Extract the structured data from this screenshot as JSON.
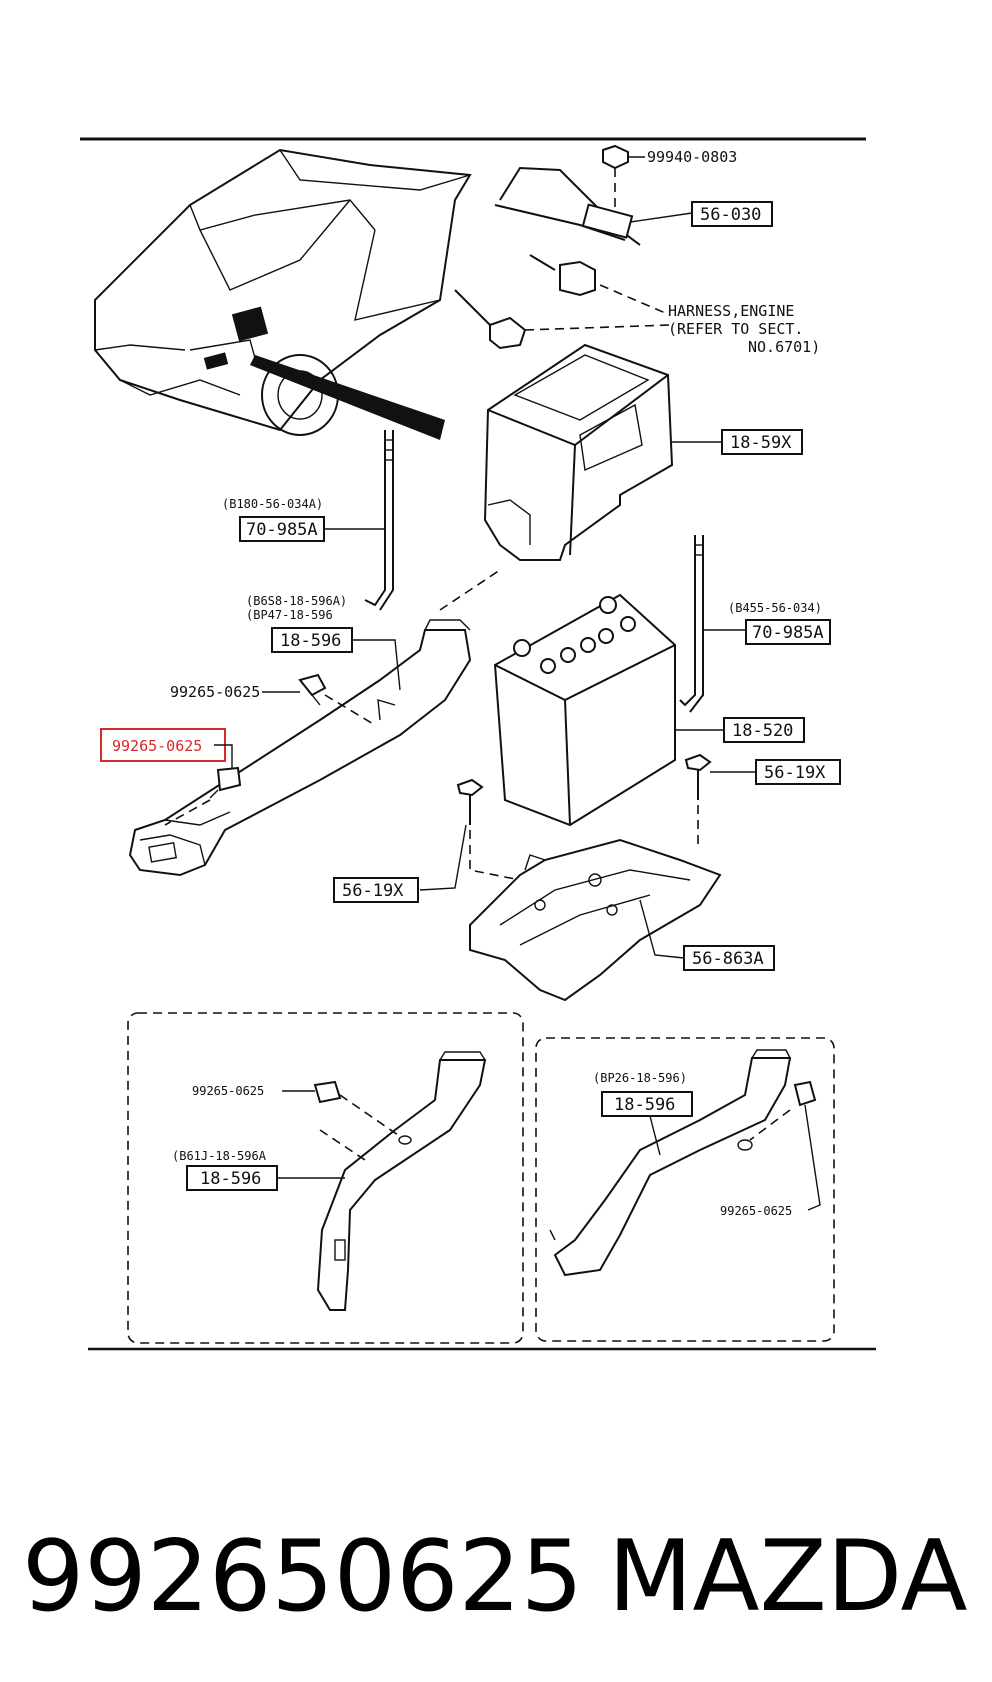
{
  "labels": {
    "nut_99940": "99940-0803",
    "bracket_56030": "56-030",
    "harness_line1": "HARNESS,ENGINE",
    "harness_line2": "(REFER TO SECT.",
    "harness_line3": "NO.6701)",
    "cover_1859x": "18-59X",
    "rod_left_ref": "(B180-56-034A)",
    "rod_left_part": "70-985A",
    "rod_right_ref": "(B455-56-034)",
    "rod_right_part": "70-985A",
    "duct_ref1": "(B6S8-18-596A)",
    "duct_ref2": "(BP47-18-596",
    "duct_part": "18-596",
    "clip_upper": "99265-0625",
    "clip_highlighted": "99265-0625",
    "battery_part": "18-520",
    "bolt_right": "56-19X",
    "bolt_left": "56-19X",
    "tray_part": "56-863A",
    "inset_left_clip": "99265-0625",
    "inset_left_ref": "(B61J-18-596A",
    "inset_left_part": "18-596",
    "inset_right_ref": "(BP26-18-596)",
    "inset_right_part": "18-596",
    "inset_right_clip": "99265-0625"
  },
  "footer": {
    "part_number": "992650625",
    "brand": "MAZDA"
  },
  "colors": {
    "highlight": "#d42a2a",
    "line": "#111111"
  }
}
